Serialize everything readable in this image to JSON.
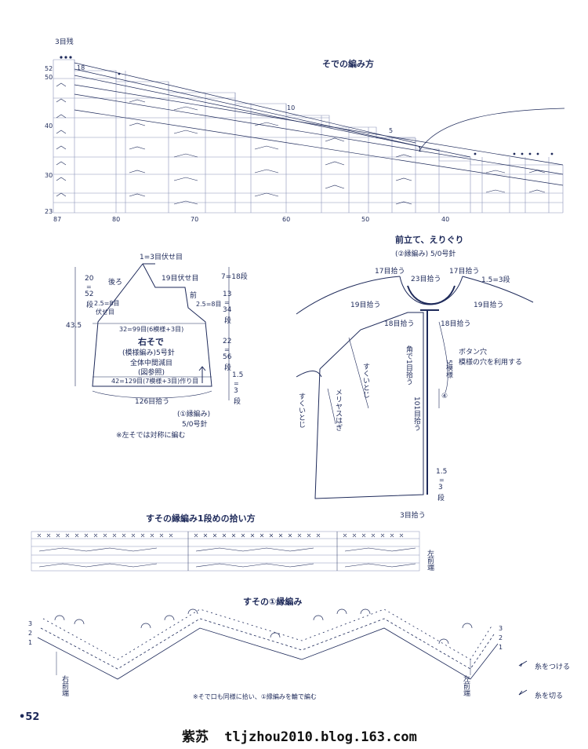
{
  "sleeve_chart": {
    "title": "そでの編み方",
    "top_note": "3目残",
    "row_labels": [
      "52",
      "50",
      "40",
      "30",
      "23"
    ],
    "right_row_label": "18",
    "col_labels": [
      "87",
      "80",
      "70",
      "60",
      "50",
      "40"
    ],
    "marker_10": "10",
    "marker_5": "5",
    "marker_1": "1"
  },
  "sleeve_schematic": {
    "top_decrease": "1=3目伏せ目",
    "back_label": "後ろ",
    "front_label": "前",
    "front_bind": "19目伏せ目",
    "front_dec": "2.5=8目",
    "back_dec_a": "2.5=8目",
    "back_dec_b": "伏せ目",
    "width_top": "32=99目(6模様+3目)",
    "name": "右そで",
    "pattern": "(模様編み)5号針",
    "note_a": "全体中間減目",
    "note_b": "(図参照)",
    "cast_on": "42=129目(7模様+3目)作り目",
    "pickup": "126目拾う",
    "edge_a": "(①縁編み)",
    "edge_b": "5/0号針",
    "height": "43.5",
    "left_top": "20",
    "left_eq": "=",
    "left_rows": "52",
    "left_unit": "段",
    "rows_a_top": "7=18段",
    "rows_b_top": "13",
    "rows_b_eq": "=",
    "rows_b_val": "34",
    "rows_b_unit": "段",
    "rows_c_top": "22",
    "rows_c_eq": "=",
    "rows_c_val": "56",
    "rows_c_unit": "段",
    "rows_d_top": "1.5",
    "rows_d_eq": "=",
    "rows_d_val": "3",
    "rows_d_unit": "段",
    "mirror_note": "※左そでは対称に編む"
  },
  "front_band": {
    "title": "前立て、えりぐり",
    "subtitle": "(②縁編み) 5/0号針",
    "pick_17_left": "17目拾う",
    "pick_23": "23目拾う",
    "pick_17_right": "17目拾う",
    "rows_15": "1.5=3段",
    "pick_19_left": "19目拾う",
    "pick_19_right": "19目拾う",
    "pick_18_left": "18目拾う",
    "pick_18_right": "18目拾う",
    "button_a": "ボタン穴",
    "button_b": "模様の穴を利用する",
    "corner": "角で1目拾う",
    "pick_101": "101目拾う",
    "pattern_5": "5模様",
    "pattern_4": "④",
    "sukui_a": "すくいとじ",
    "meriyasu": "メリヤスはぎ",
    "sukui_b": "すくいとじ",
    "bottom_15": "1.5",
    "bottom_eq": "=",
    "bottom_3": "3",
    "bottom_unit": "段",
    "pick_3": "3目拾う"
  },
  "pickup_chart": {
    "title": "すその縁編み1段めの拾い方",
    "side_label": "左前端"
  },
  "edging_chart": {
    "title": "すその①縁編み",
    "rows_left": [
      "3",
      "2",
      "1"
    ],
    "rows_right": [
      "3",
      "2",
      "1"
    ],
    "right_front": "右前端",
    "left_front": "左前端",
    "note": "※そで口も同様に拾い、①縁編みを輪で編む",
    "legend_attach": "糸をつける",
    "legend_cut": "糸を切る"
  },
  "page": {
    "number": "52",
    "watermark_cn": "紫苏",
    "watermark_url": "tljzhou2010.blog.163.com"
  },
  "colors": {
    "ink": "#1e2a5a",
    "grid": "#8a93b8"
  }
}
